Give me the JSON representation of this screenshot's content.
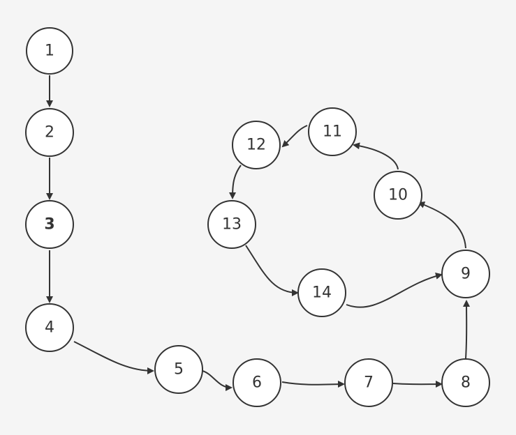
{
  "diagram": {
    "type": "directed-graph",
    "colors": {
      "background": "#f5f5f5",
      "node_fill": "#ffffff",
      "stroke": "#333333",
      "text": "#333333"
    },
    "nodes": [
      {
        "id": "n1",
        "label": "1"
      },
      {
        "id": "n2",
        "label": "2"
      },
      {
        "id": "n3",
        "label": "3",
        "bold": true
      },
      {
        "id": "n4",
        "label": "4"
      },
      {
        "id": "n5",
        "label": "5"
      },
      {
        "id": "n6",
        "label": "6"
      },
      {
        "id": "n7",
        "label": "7"
      },
      {
        "id": "n8",
        "label": "8"
      },
      {
        "id": "n9",
        "label": "9"
      },
      {
        "id": "n10",
        "label": "10"
      },
      {
        "id": "n11",
        "label": "11"
      },
      {
        "id": "n12",
        "label": "12"
      },
      {
        "id": "n13",
        "label": "13"
      },
      {
        "id": "n14",
        "label": "14"
      }
    ],
    "edges": [
      {
        "from": "1",
        "to": "2"
      },
      {
        "from": "2",
        "to": "3"
      },
      {
        "from": "3",
        "to": "4"
      },
      {
        "from": "4",
        "to": "5"
      },
      {
        "from": "5",
        "to": "6"
      },
      {
        "from": "6",
        "to": "7"
      },
      {
        "from": "7",
        "to": "8"
      },
      {
        "from": "8",
        "to": "9"
      },
      {
        "from": "9",
        "to": "10"
      },
      {
        "from": "10",
        "to": "11"
      },
      {
        "from": "11",
        "to": "12"
      },
      {
        "from": "12",
        "to": "13"
      },
      {
        "from": "13",
        "to": "14"
      },
      {
        "from": "14",
        "to": "9"
      }
    ]
  }
}
